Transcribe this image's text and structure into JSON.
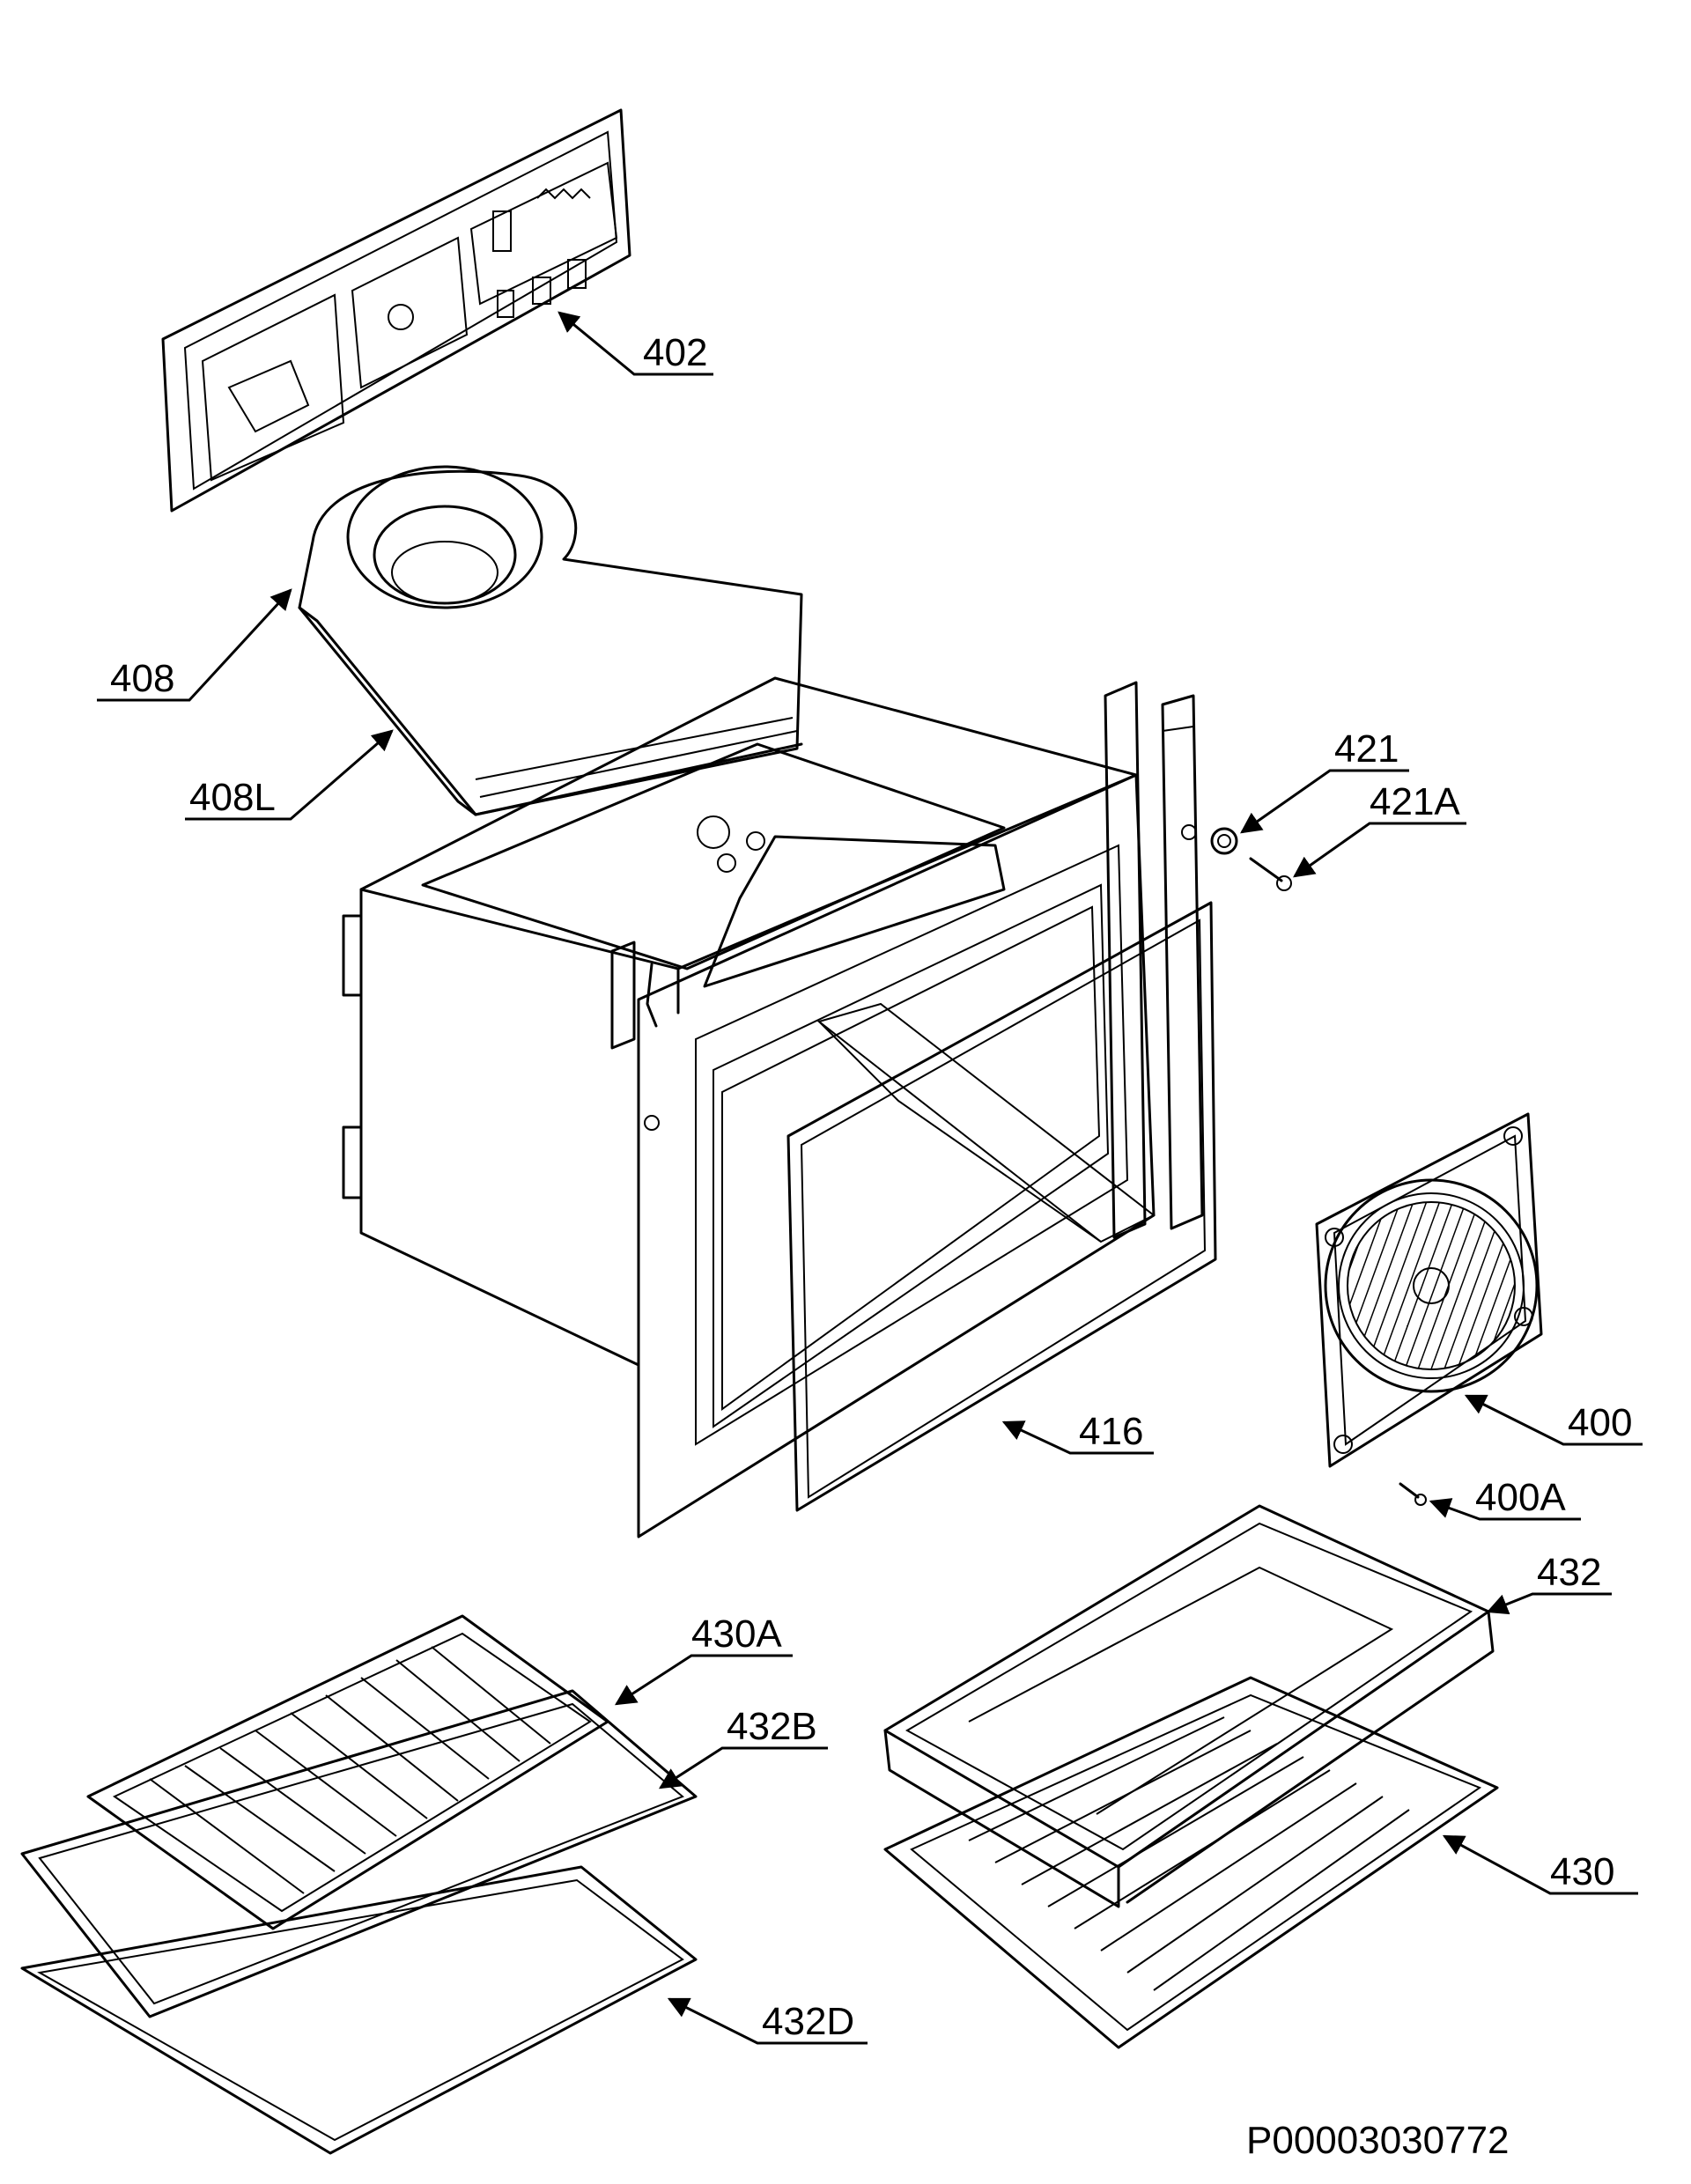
{
  "diagram": {
    "callouts": {
      "p402": "402",
      "p408": "408",
      "p408L": "408L",
      "p421": "421",
      "p421A": "421A",
      "p416": "416",
      "p400": "400",
      "p400A": "400A",
      "p432": "432",
      "p430A": "430A",
      "p432B": "432B",
      "p430": "430",
      "p432D": "432D"
    },
    "document_code": "P00003030772"
  }
}
